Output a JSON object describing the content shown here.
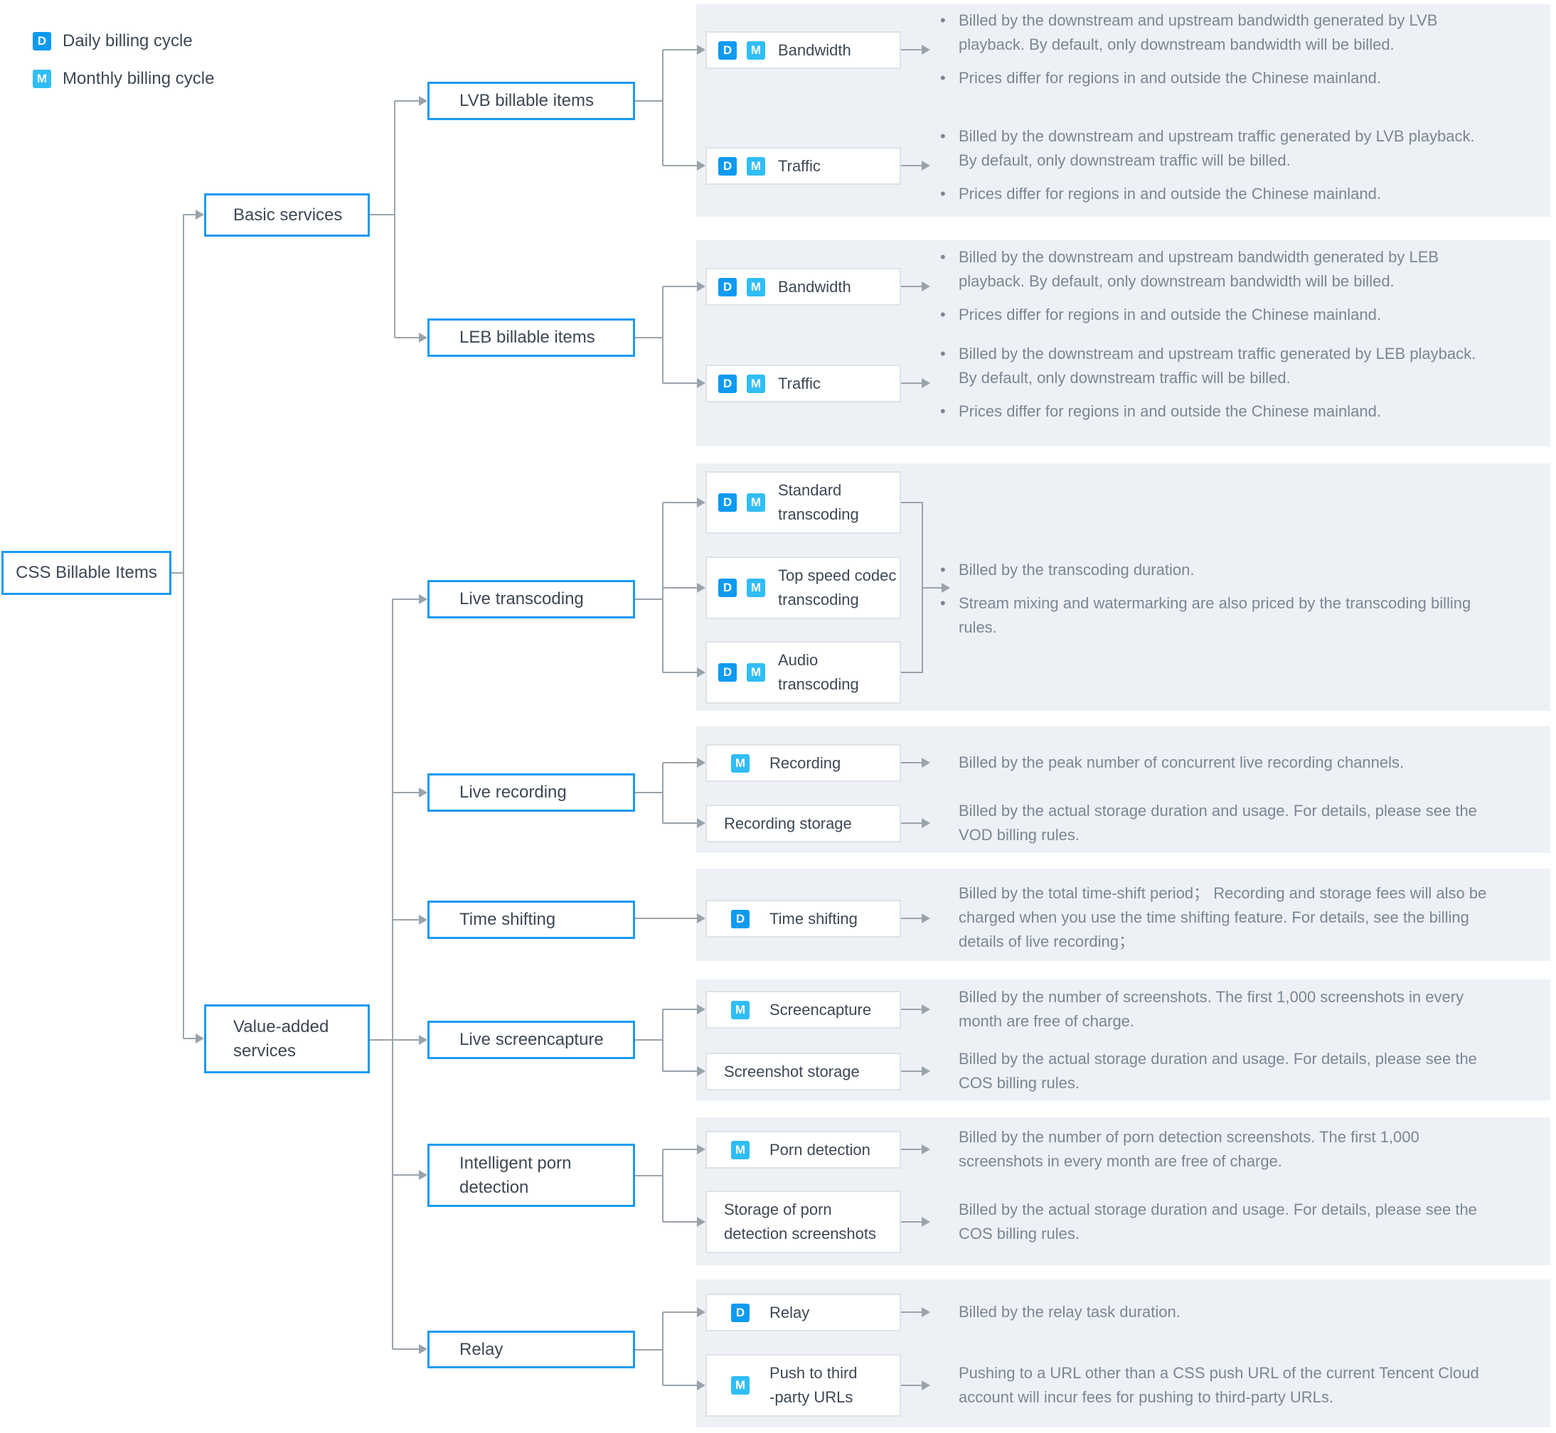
{
  "colors": {
    "accent": "#1a9af2",
    "daily_badge": "#0d9af2",
    "monthly_badge": "#31bdf6",
    "line": "#9aa3ab",
    "panel_bg": "#edf1f5",
    "description_text": "#7b8694",
    "node_text": "#3e4854",
    "child_border": "#dde2e7"
  },
  "legend": {
    "daily": {
      "badge": "D",
      "label": "Daily billing cycle"
    },
    "monthly": {
      "badge": "M",
      "label": "Monthly billing cycle"
    }
  },
  "root": {
    "label": "CSS Billable Items"
  },
  "level1": [
    {
      "label": "Basic services"
    },
    {
      "label": "Value-added\nservices"
    }
  ],
  "groups": [
    {
      "title": "LVB billable items",
      "bullets": true,
      "children": [
        {
          "badges": [
            "D",
            "M"
          ],
          "label": "Bandwidth",
          "desc": [
            "Billed by the downstream and upstream bandwidth generated by LVB playback. By default, only downstream bandwidth will be billed.",
            "Prices differ for regions in and outside the Chinese mainland."
          ]
        },
        {
          "badges": [
            "D",
            "M"
          ],
          "label": "Traffic",
          "desc": [
            "Billed by the downstream and upstream traffic generated by LVB playback. By default, only downstream traffic will be billed.",
            "Prices differ for regions in and outside the Chinese mainland."
          ]
        }
      ]
    },
    {
      "title": "LEB billable items",
      "bullets": true,
      "children": [
        {
          "badges": [
            "D",
            "M"
          ],
          "label": "Bandwidth",
          "desc": [
            "Billed by the downstream and upstream bandwidth generated by LEB playback. By default, only downstream bandwidth will be billed.",
            "Prices differ for regions in and outside the Chinese mainland."
          ]
        },
        {
          "badges": [
            "D",
            "M"
          ],
          "label": "Traffic",
          "desc": [
            "Billed by the downstream and upstream traffic generated by LEB playback. By default, only downstream traffic will be billed.",
            "Prices differ for regions in and outside the Chinese mainland."
          ]
        }
      ]
    },
    {
      "title": "Live transcoding",
      "bullets": true,
      "children": [
        {
          "badges": [
            "D",
            "M"
          ],
          "label": "Standard\ntranscoding"
        },
        {
          "badges": [
            "D",
            "M"
          ],
          "label": "Top speed codec\ntranscoding"
        },
        {
          "badges": [
            "D",
            "M"
          ],
          "label": "Audio\ntranscoding"
        }
      ],
      "shared_desc": [
        "Billed by the transcoding duration.",
        "Stream mixing and watermarking are also priced by the transcoding billing rules."
      ]
    },
    {
      "title": "Live recording",
      "bullets": false,
      "children": [
        {
          "badges": [
            "M"
          ],
          "label": "Recording",
          "desc": [
            "Billed by the peak number of concurrent live recording channels."
          ]
        },
        {
          "badges": [],
          "label": "Recording storage",
          "desc": [
            "Billed by the actual storage duration and usage. For details, please see the VOD billing rules."
          ]
        }
      ]
    },
    {
      "title": "Time shifting",
      "bullets": false,
      "children": [
        {
          "badges": [
            "D"
          ],
          "label": "Time shifting",
          "desc": [
            "Billed by the total time-shift period； Recording and storage fees will also be charged when you use the time shifting feature. For details, see the billing details of live recording；"
          ]
        }
      ]
    },
    {
      "title": "Live screencapture",
      "bullets": false,
      "children": [
        {
          "badges": [
            "M"
          ],
          "label": "Screencapture",
          "desc": [
            "Billed by the number of screenshots. The first 1,000 screenshots in every month are free of charge."
          ]
        },
        {
          "badges": [],
          "label": "Screenshot storage",
          "desc": [
            "Billed by the actual storage duration and usage. For details, please see the COS billing rules."
          ]
        }
      ]
    },
    {
      "title": "Intelligent porn\ndetection",
      "bullets": false,
      "children": [
        {
          "badges": [
            "M"
          ],
          "label": "Porn detection",
          "desc": [
            "Billed by the number of porn detection screenshots. The first 1,000 screenshots in every month are free of charge."
          ]
        },
        {
          "badges": [],
          "label": "Storage of porn\ndetection screenshots",
          "desc": [
            "Billed by the actual storage duration and usage. For details, please see the COS billing rules."
          ]
        }
      ]
    },
    {
      "title": "Relay",
      "bullets": false,
      "children": [
        {
          "badges": [
            "D"
          ],
          "label": "Relay",
          "desc": [
            "Billed by the relay task duration."
          ]
        },
        {
          "badges": [
            "M"
          ],
          "label": "Push to third\n-party URLs",
          "desc": [
            "Pushing to a URL other than a CSS push URL of the current Tencent Cloud account will incur fees for pushing to third-party URLs."
          ]
        }
      ]
    }
  ]
}
